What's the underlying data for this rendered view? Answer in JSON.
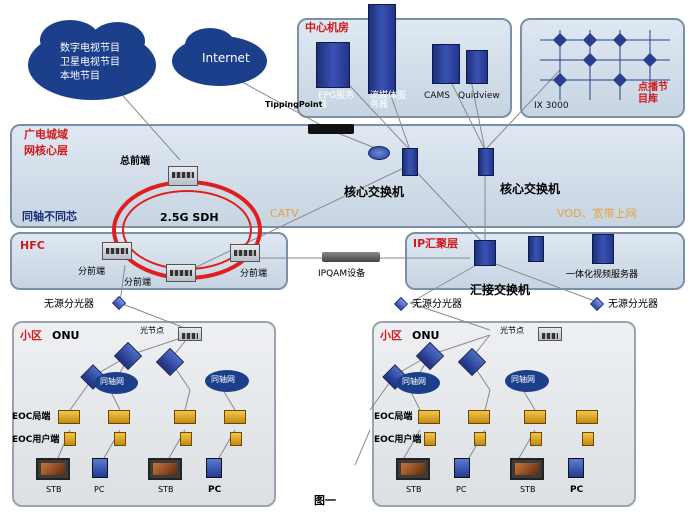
{
  "clouds": {
    "tv_sources": [
      "数字电视节目",
      "卫星电视节目",
      "本地节目"
    ],
    "internet": "Internet"
  },
  "center_room": {
    "title": "中心机房",
    "epg": "EPG服务器",
    "streaming": "流媒体服务器",
    "cams": "CAMS",
    "quidview": "Quidview",
    "tipping_point": "TippingPoint"
  },
  "vod_library": {
    "ix": "IX 3000",
    "title": "点播节目库"
  },
  "core_layer": {
    "title_line1": "广电城域",
    "title_line2": "网核心层",
    "ring_label": "2.5G SDH",
    "head_end": "总前端",
    "core_switch_1": "核心交换机",
    "core_switch_2": "核心交换机",
    "catv": "CATV",
    "vod": "VOD、宽带上网",
    "coax": "同轴不同芯"
  },
  "hfc_layer": {
    "title": "HFC",
    "sub_head_ends": [
      "分前端",
      "分前端",
      "分前端"
    ],
    "ipqam": "IPQAM设备"
  },
  "ip_layer": {
    "title": "IP汇聚层",
    "aggregation_switch": "汇接交换机",
    "video_server": "一体化视频服务器"
  },
  "splitter_label": "无源分光器",
  "community_left": {
    "title": "小区",
    "onu": "ONU",
    "optical_node": "光节点",
    "eoc_head": "EOC局端",
    "eoc_user": "EOC用户端",
    "stb": [
      "STB",
      "STB"
    ],
    "pc": [
      "PC",
      "PC"
    ]
  },
  "community_right": {
    "title": "小区",
    "onu": "ONU",
    "optical_node": "光节点",
    "eoc_head": "EOC局端",
    "eoc_user": "EOC用户端",
    "stb": [
      "STB",
      "STB"
    ],
    "pc": [
      "PC",
      "PC"
    ]
  },
  "cloud_small": "同轴网",
  "figure_caption": "图一"
}
